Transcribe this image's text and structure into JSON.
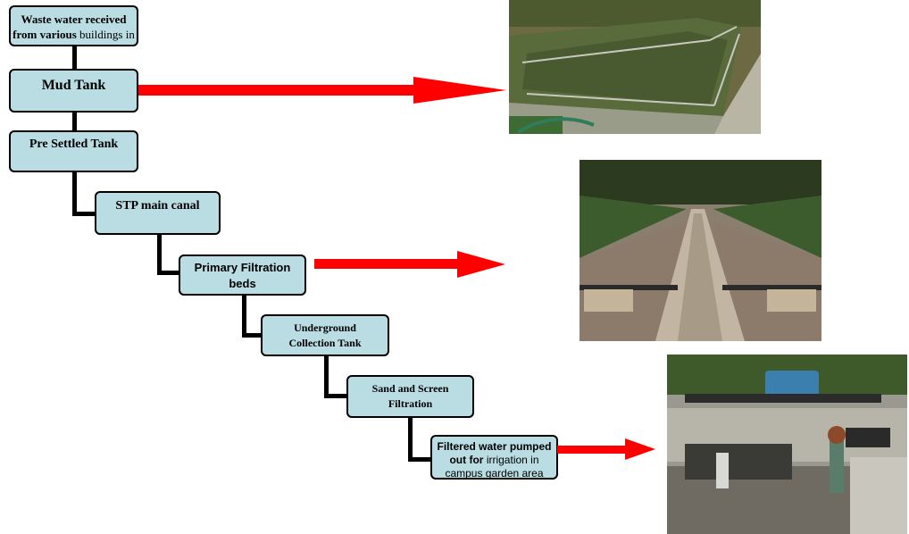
{
  "flow": {
    "waste_water": {
      "bold": "Waste water received from various",
      "normal": "buildings",
      "tail": "in residential..."
    },
    "mud_tank": "Mud Tank",
    "pre_settled": "Pre Settled Tank",
    "stp_canal": "STP main canal",
    "primary_filtration": "Primary Filtration beds",
    "underground": "Underground Collection Tank",
    "sand_screen": "Sand and Screen Filtration",
    "filtered": {
      "bold": "Filtered water pumped out for",
      "normal": "irrigation in",
      "tail": "campus garden area"
    }
  },
  "photos": [
    "mud-tank-photo",
    "filtration-beds-photo",
    "pump-station-photo"
  ],
  "colors": {
    "box_fill": "#b9dde3",
    "arrow": "#ff0000",
    "connector": "#000000"
  }
}
